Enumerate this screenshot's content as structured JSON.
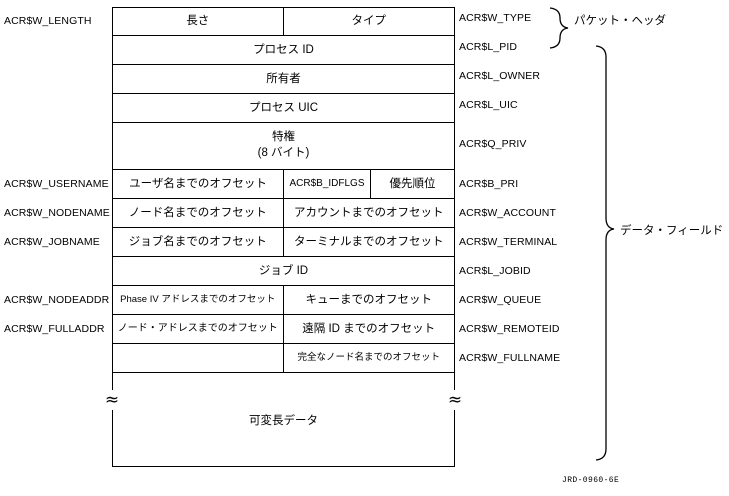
{
  "figure": {
    "id": "JRD-0960-6E"
  },
  "rows": [
    {
      "left_label": "ACR$W_LENGTH",
      "right_label": "ACR$W_TYPE",
      "cells": [
        "長さ",
        "タイプ"
      ],
      "layout": "half"
    },
    {
      "left_label": "",
      "right_label": "ACR$L_PID",
      "cells": [
        "プロセス ID"
      ],
      "layout": "full"
    },
    {
      "left_label": "",
      "right_label": "ACR$L_OWNER",
      "cells": [
        "所有者"
      ],
      "layout": "full"
    },
    {
      "left_label": "",
      "right_label": "ACR$L_UIC",
      "cells": [
        "プロセス UIC"
      ],
      "layout": "full"
    },
    {
      "left_label": "",
      "right_label": "ACR$Q_PRIV",
      "cells": [
        "特権",
        "(8 バイト)"
      ],
      "layout": "full-two-line"
    },
    {
      "left_label": "ACR$W_USERNAME",
      "right_label": "ACR$B_PRI",
      "cells": [
        "ユーザ名までのオフセット",
        "ACR$B_IDFLGS",
        "優先順位"
      ],
      "layout": "thirds"
    },
    {
      "left_label": "ACR$W_NODENAME",
      "right_label": "ACR$W_ACCOUNT",
      "cells": [
        "ノード名までのオフセット",
        "アカウントまでのオフセット"
      ],
      "layout": "half"
    },
    {
      "left_label": "ACR$W_JOBNAME",
      "right_label": "ACR$W_TERMINAL",
      "cells": [
        "ジョブ名までのオフセット",
        "ターミナルまでのオフセット"
      ],
      "layout": "half"
    },
    {
      "left_label": "",
      "right_label": "ACR$L_JOBID",
      "cells": [
        "ジョブ ID"
      ],
      "layout": "full"
    },
    {
      "left_label": "ACR$W_NODEADDR",
      "right_label": "ACR$W_QUEUE",
      "cells": [
        "Phase IV アドレスまでのオフセット",
        "キューまでのオフセット"
      ],
      "layout": "half"
    },
    {
      "left_label": "ACR$W_FULLADDR",
      "right_label": "ACR$W_REMOTEID",
      "cells": [
        "ノード・アドレスまでのオフセット",
        "遠隔 ID までのオフセット"
      ],
      "layout": "half"
    },
    {
      "left_label": "",
      "right_label": "ACR$W_FULLNAME",
      "cells": [
        "",
        "完全なノード名までのオフセット"
      ],
      "layout": "half-right-only"
    }
  ],
  "variable_data": {
    "label": "可変長データ",
    "break_symbol": "≈"
  },
  "groups": [
    {
      "label": "パケット・ヘッダ",
      "brace": "}"
    },
    {
      "label": "データ・フィールド",
      "brace": "}"
    }
  ]
}
